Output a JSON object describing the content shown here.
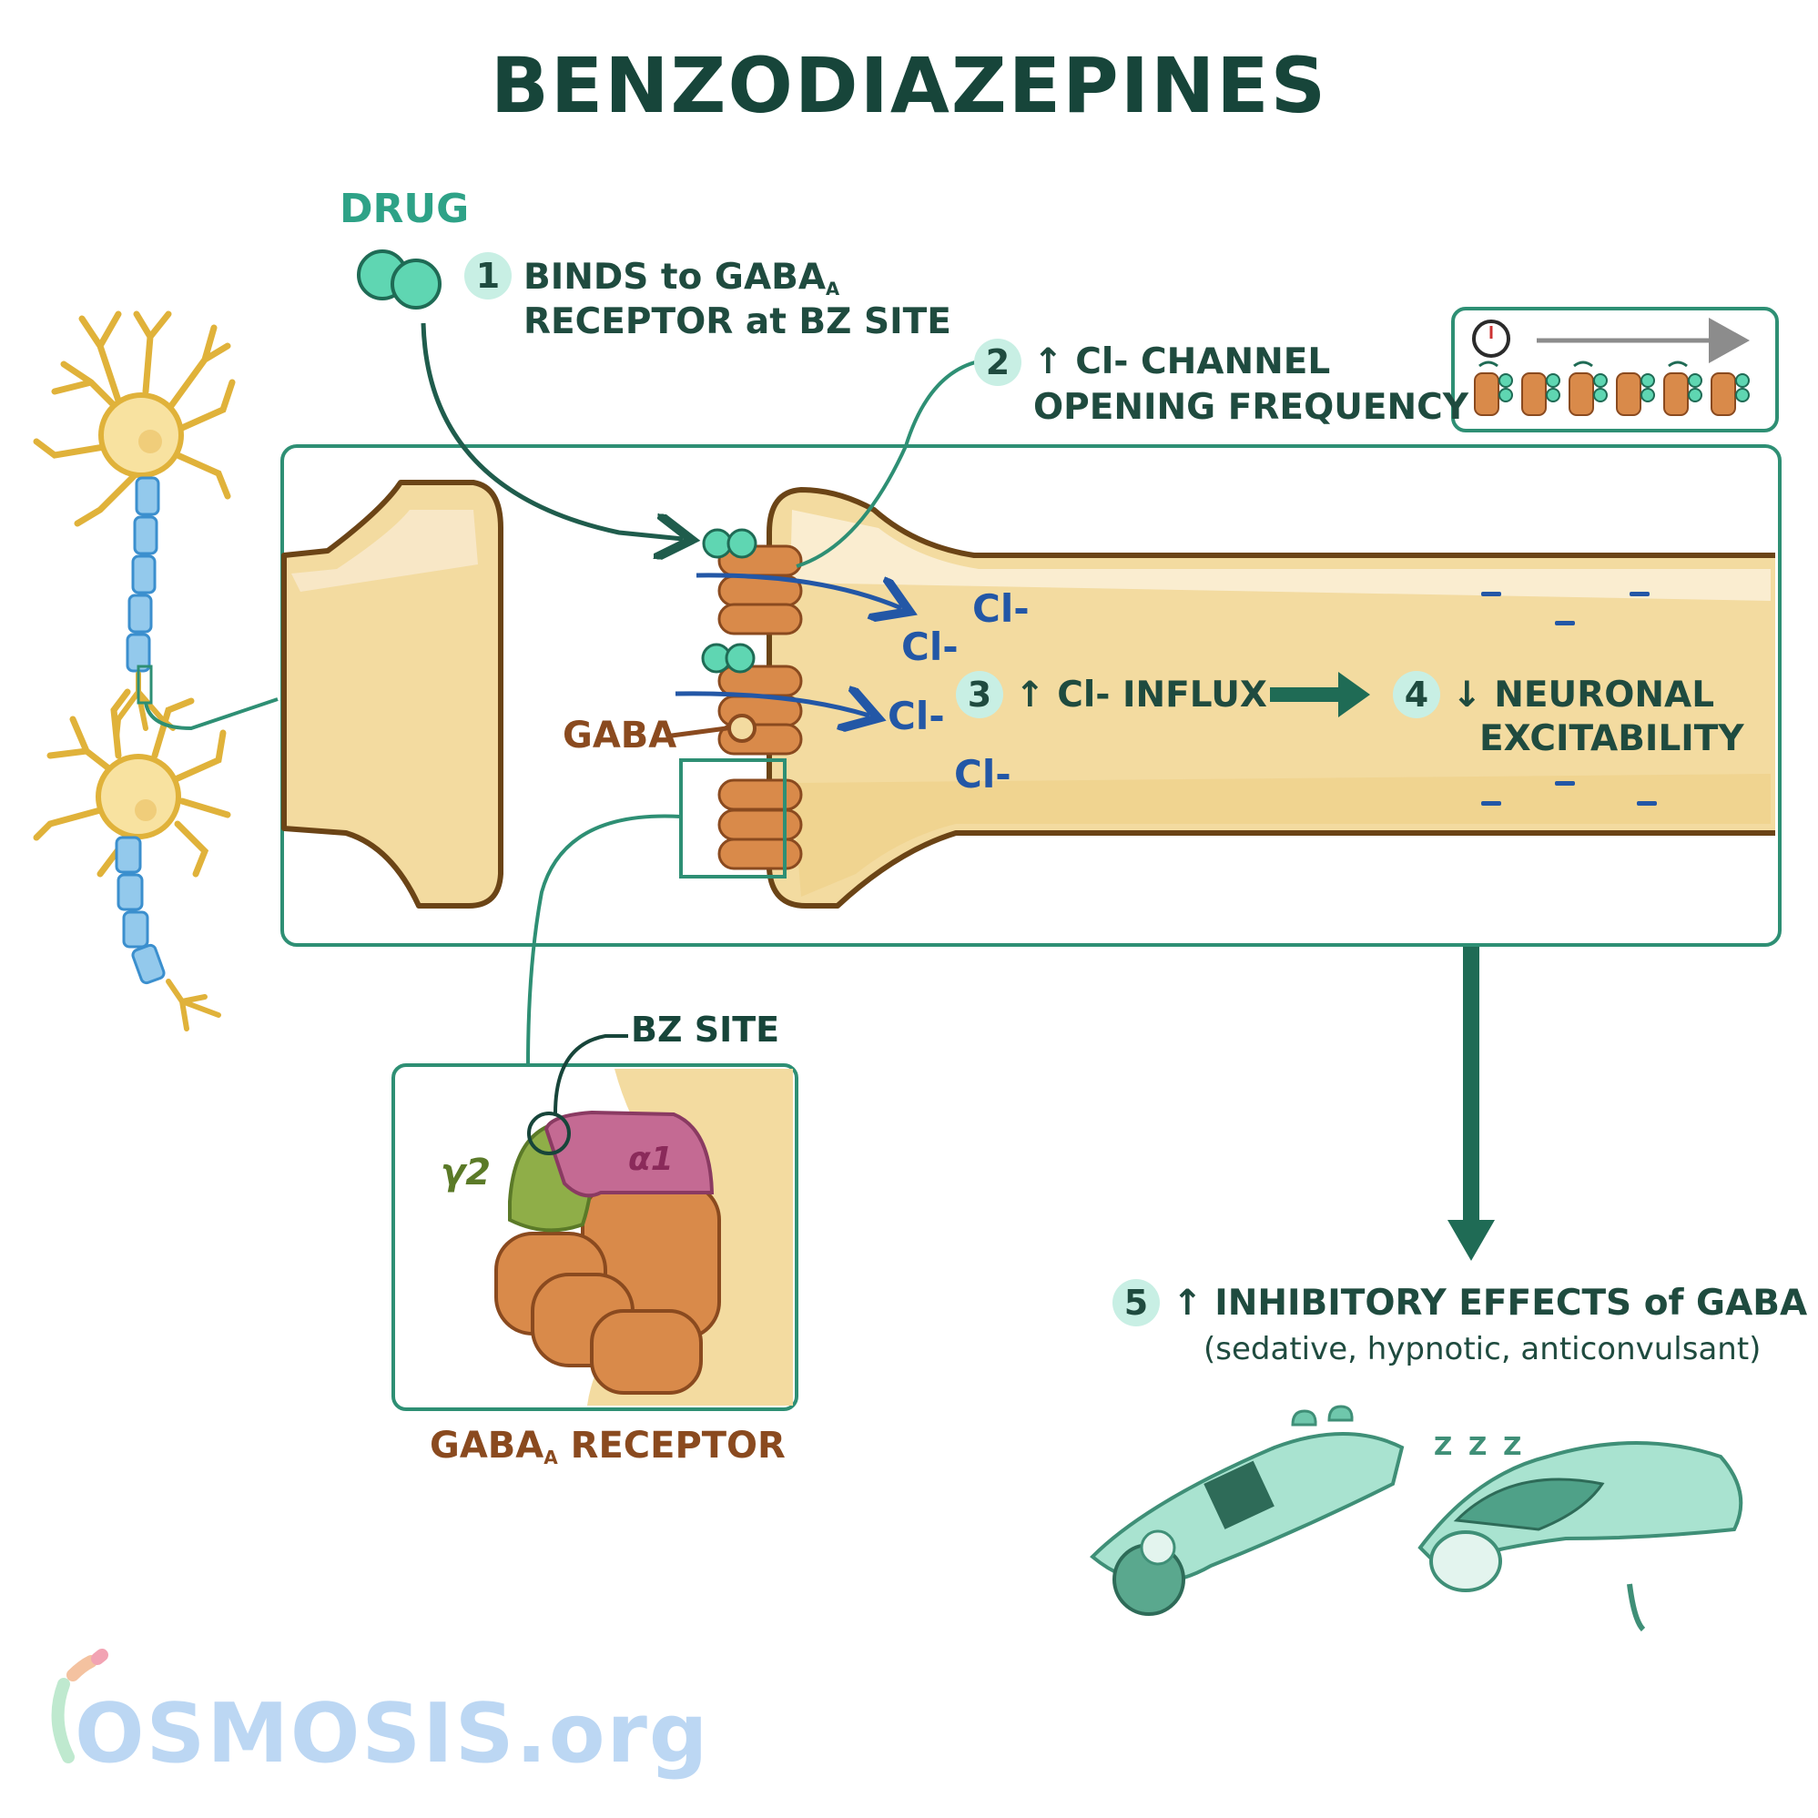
{
  "title": "BENZODIAZEPINES",
  "drug_label": "DRUG",
  "steps": [
    {
      "num": "1",
      "line1_pre": "BINDS to GABA",
      "line1_sub": "A",
      "line2": "RECEPTOR at BZ SITE"
    },
    {
      "num": "2",
      "line1": "↑ Cl- CHANNEL",
      "line2": "OPENING FREQUENCY"
    },
    {
      "num": "3",
      "text": "↑ Cl- INFLUX"
    },
    {
      "num": "4",
      "line1": "↓ NEURONAL",
      "line2": "EXCITABILITY"
    },
    {
      "num": "5",
      "line1": "↑ INHIBITORY EFFECTS of GABA",
      "line2": "(sedative, hypnotic, anticonvulsant)"
    }
  ],
  "chloride_label": "Cl-",
  "gaba_label": "GABA",
  "bz_site_label": "BZ SITE",
  "subunit_gamma": "γ2",
  "subunit_alpha": "α1",
  "receptor_caption_pre": "GABA",
  "receptor_caption_sub": "A",
  "receptor_caption_post": " RECEPTOR",
  "sleep_zzz": "Z Z Z",
  "brand": {
    "name": "OSMOSIS",
    "suffix": ".org"
  },
  "colors": {
    "dark_teal": "#17453a",
    "teal": "#2e8f74",
    "drug_green": "#5fd6b2",
    "chloride_blue": "#2357a6",
    "neuron_yellow": "#f3dba0",
    "receptor_orange": "#d98a4a",
    "alpha_pink": "#c46a93",
    "gamma_green": "#8fae48",
    "brand_blue": "#bcd7f3"
  },
  "icons": [
    "clock-icon",
    "neuron-icon",
    "drug-molecule-icon",
    "sleeping-person-icon"
  ]
}
